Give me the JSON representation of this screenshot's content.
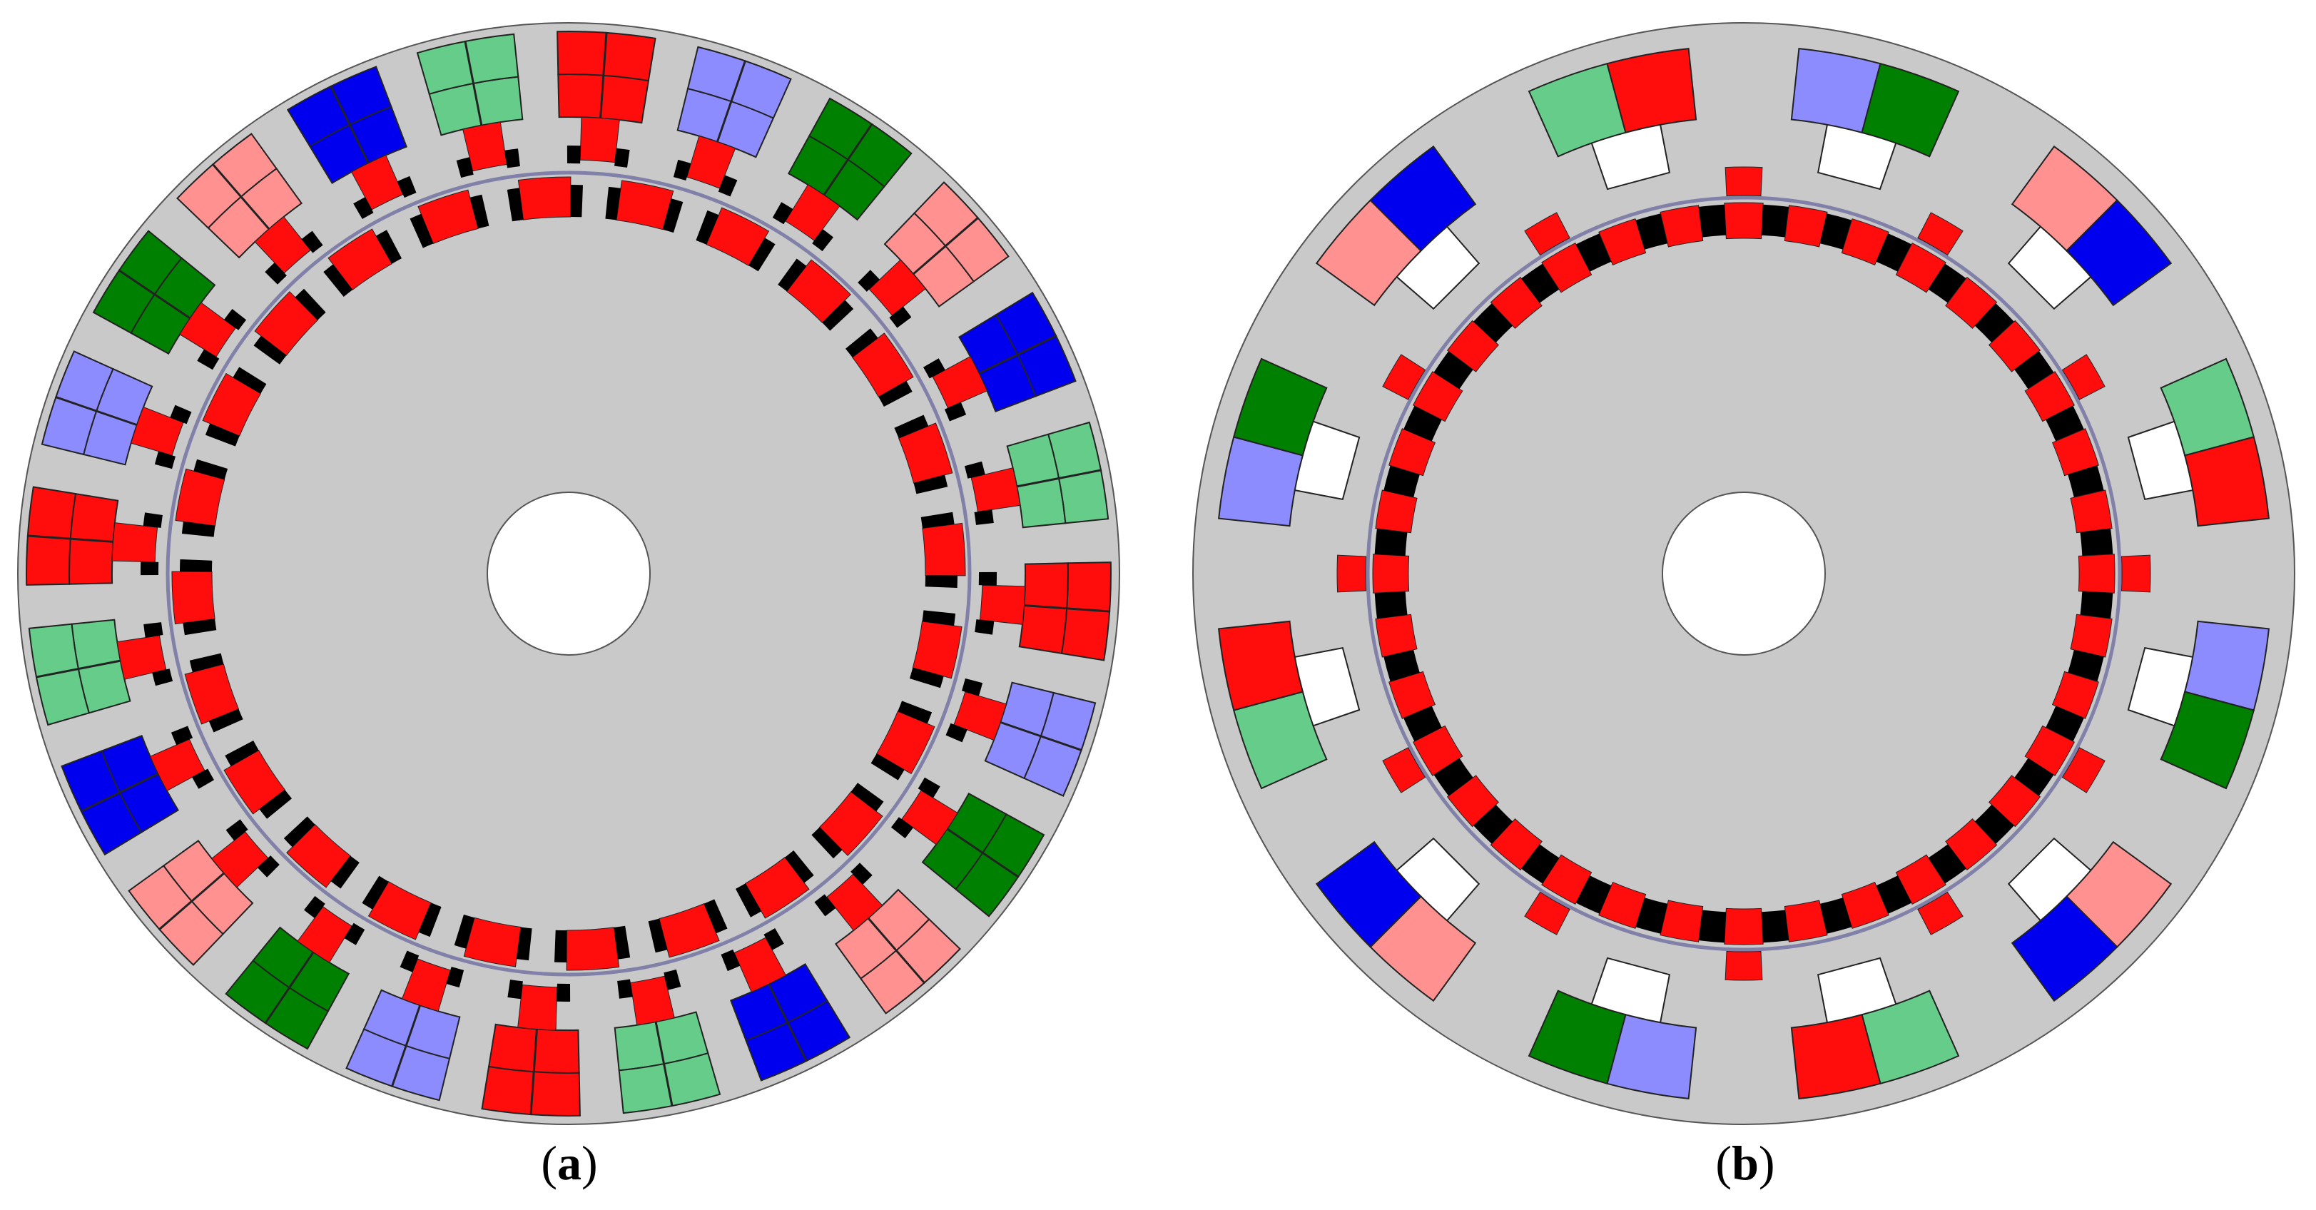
{
  "figure": {
    "panel_a": {
      "label_open": "(",
      "label_letter": "a",
      "label_close": ")"
    },
    "panel_b": {
      "label_open": "(",
      "label_letter": "b",
      "label_close": ")"
    }
  },
  "colors": {
    "stator": "#c9c9c9",
    "red": "#ff0d0d",
    "pink": "#ff9191",
    "green": "#008000",
    "light_green": "#66cc8a",
    "blue": "#0000ee",
    "light_blue": "#8c8cff",
    "black": "#000000",
    "white": "#ffffff",
    "airgap": "#8080a8"
  },
  "panel_a_coil_sequence": [
    "red",
    "light_blue",
    "green",
    "pink",
    "blue",
    "light_green",
    "red",
    "light_blue",
    "green",
    "pink",
    "blue",
    "light_green",
    "red",
    "light_blue",
    "green",
    "pink",
    "blue",
    "light_green",
    "red",
    "light_blue",
    "green",
    "pink",
    "blue",
    "light_green"
  ],
  "panel_b_coil_sequence": [
    [
      "green",
      "light_blue"
    ],
    [
      "blue",
      "pink"
    ],
    [
      "red",
      "light_green"
    ],
    [
      "green",
      "light_blue"
    ],
    [
      "blue",
      "pink"
    ],
    [
      "red",
      "light_green"
    ],
    [
      "green",
      "light_blue"
    ],
    [
      "blue",
      "pink"
    ],
    [
      "red",
      "light_green"
    ],
    [
      "green",
      "light_blue"
    ],
    [
      "blue",
      "pink"
    ],
    [
      "red",
      "light_green"
    ]
  ]
}
